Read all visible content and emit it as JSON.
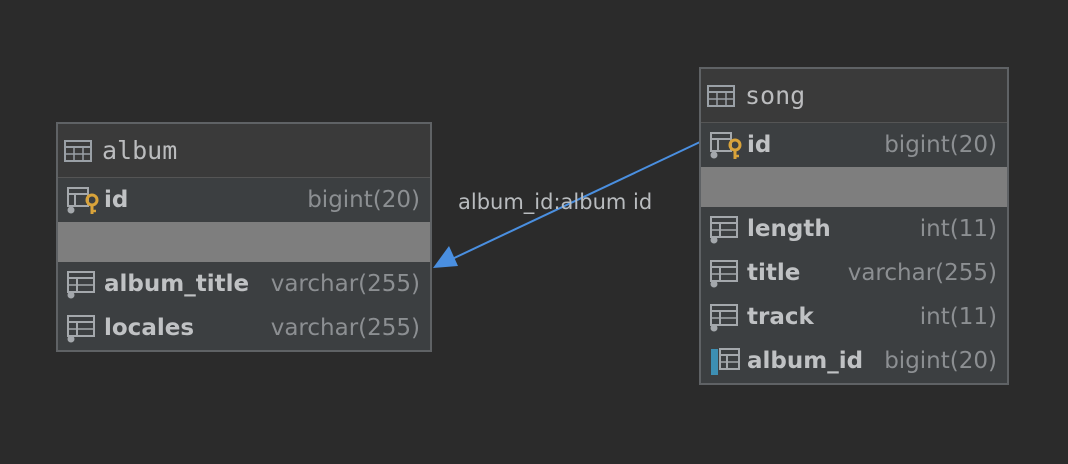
{
  "tables": {
    "album": {
      "name": "album",
      "pk": {
        "name": "id",
        "type": "bigint(20)"
      },
      "columns": [
        {
          "name": "album_title",
          "type": "varchar(255)"
        },
        {
          "name": "locales",
          "type": "varchar(255)"
        }
      ]
    },
    "song": {
      "name": "song",
      "pk": {
        "name": "id",
        "type": "bigint(20)"
      },
      "columns": [
        {
          "name": "length",
          "type": "int(11)"
        },
        {
          "name": "title",
          "type": "varchar(255)"
        },
        {
          "name": "track",
          "type": "int(11)"
        },
        {
          "name": "album_id",
          "type": "bigint(20)"
        }
      ]
    }
  },
  "relationship": {
    "label": "album_id:album id",
    "from": "song.album_id",
    "to": "album.id"
  },
  "colors": {
    "background": "#2b2b2b",
    "table_body": "#3c3f41",
    "key_icon": "#d9a33a",
    "connector": "#4a8fe0",
    "fk_marker": "#3d8fb3"
  }
}
